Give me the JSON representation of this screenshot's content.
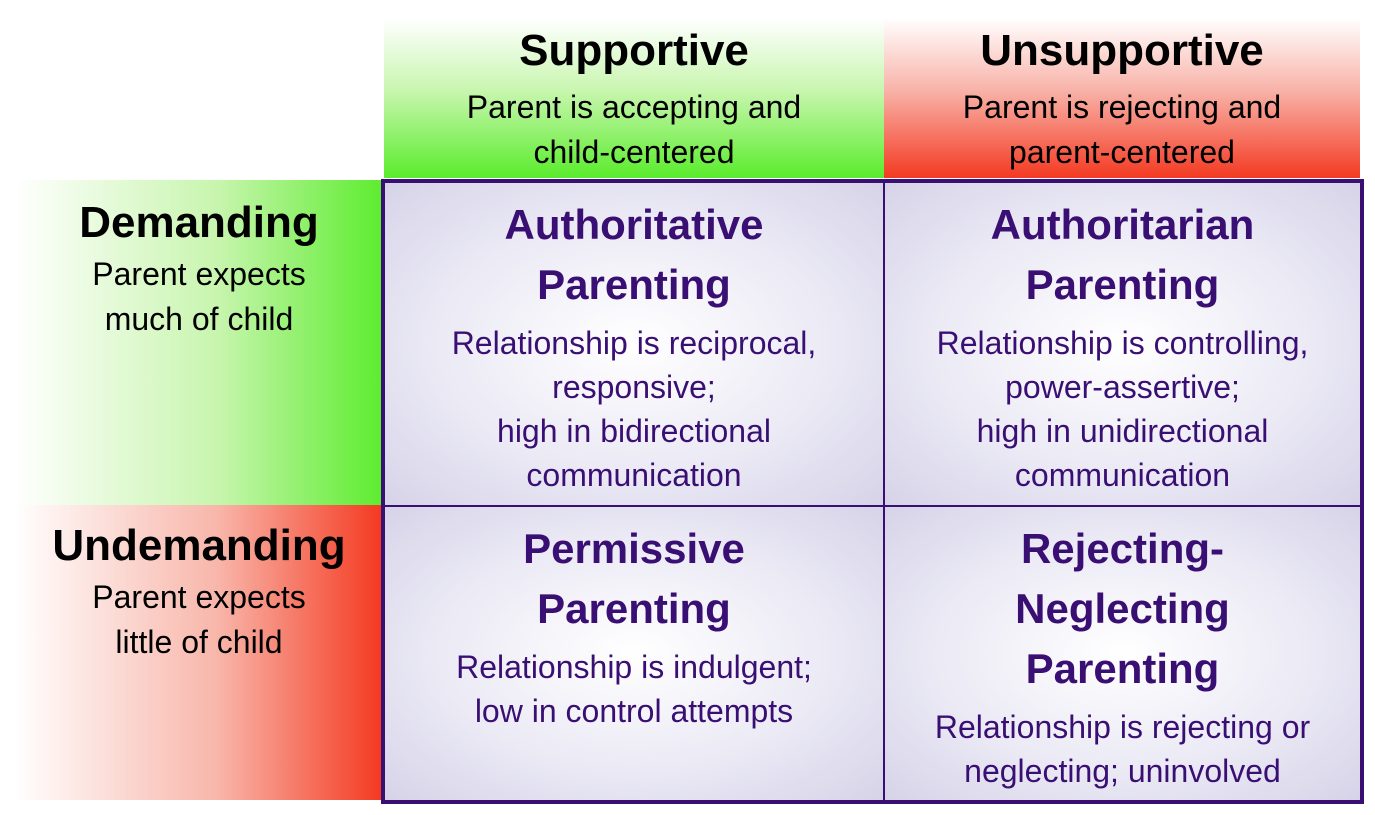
{
  "columns": {
    "supportive": {
      "title": "Supportive",
      "desc": [
        "Parent is accepting and",
        "child-centered"
      ],
      "color": "#5aec2c"
    },
    "unsupportive": {
      "title": "Unsupportive",
      "desc": [
        "Parent is rejecting and",
        "parent-centered"
      ],
      "color": "#f43a22"
    }
  },
  "rows": {
    "demanding": {
      "title": "Demanding",
      "desc": [
        "Parent expects",
        "much of child"
      ],
      "color": "#5cec2e"
    },
    "undemanding": {
      "title": "Undemanding",
      "desc": [
        "Parent expects",
        "little of child"
      ],
      "color": "#f4381f"
    }
  },
  "quadrants": {
    "authoritative": {
      "title": [
        "Authoritative",
        "Parenting"
      ],
      "desc": [
        "Relationship is reciprocal,",
        "responsive;",
        "high in bidirectional",
        "communication"
      ]
    },
    "authoritarian": {
      "title": [
        "Authoritarian",
        "Parenting"
      ],
      "desc": [
        "Relationship is controlling,",
        "power-assertive;",
        "high in unidirectional",
        "communication"
      ]
    },
    "permissive": {
      "title": [
        "Permissive",
        "Parenting"
      ],
      "desc": [
        "Relationship is indulgent;",
        "low in control attempts"
      ]
    },
    "rejecting": {
      "title": [
        "Rejecting-",
        "Neglecting",
        "Parenting"
      ],
      "desc": [
        "Relationship is rejecting or",
        "neglecting; uninvolved"
      ]
    }
  },
  "colors": {
    "border": "#3a0f73",
    "quadrant_text": "#3a0f73"
  }
}
